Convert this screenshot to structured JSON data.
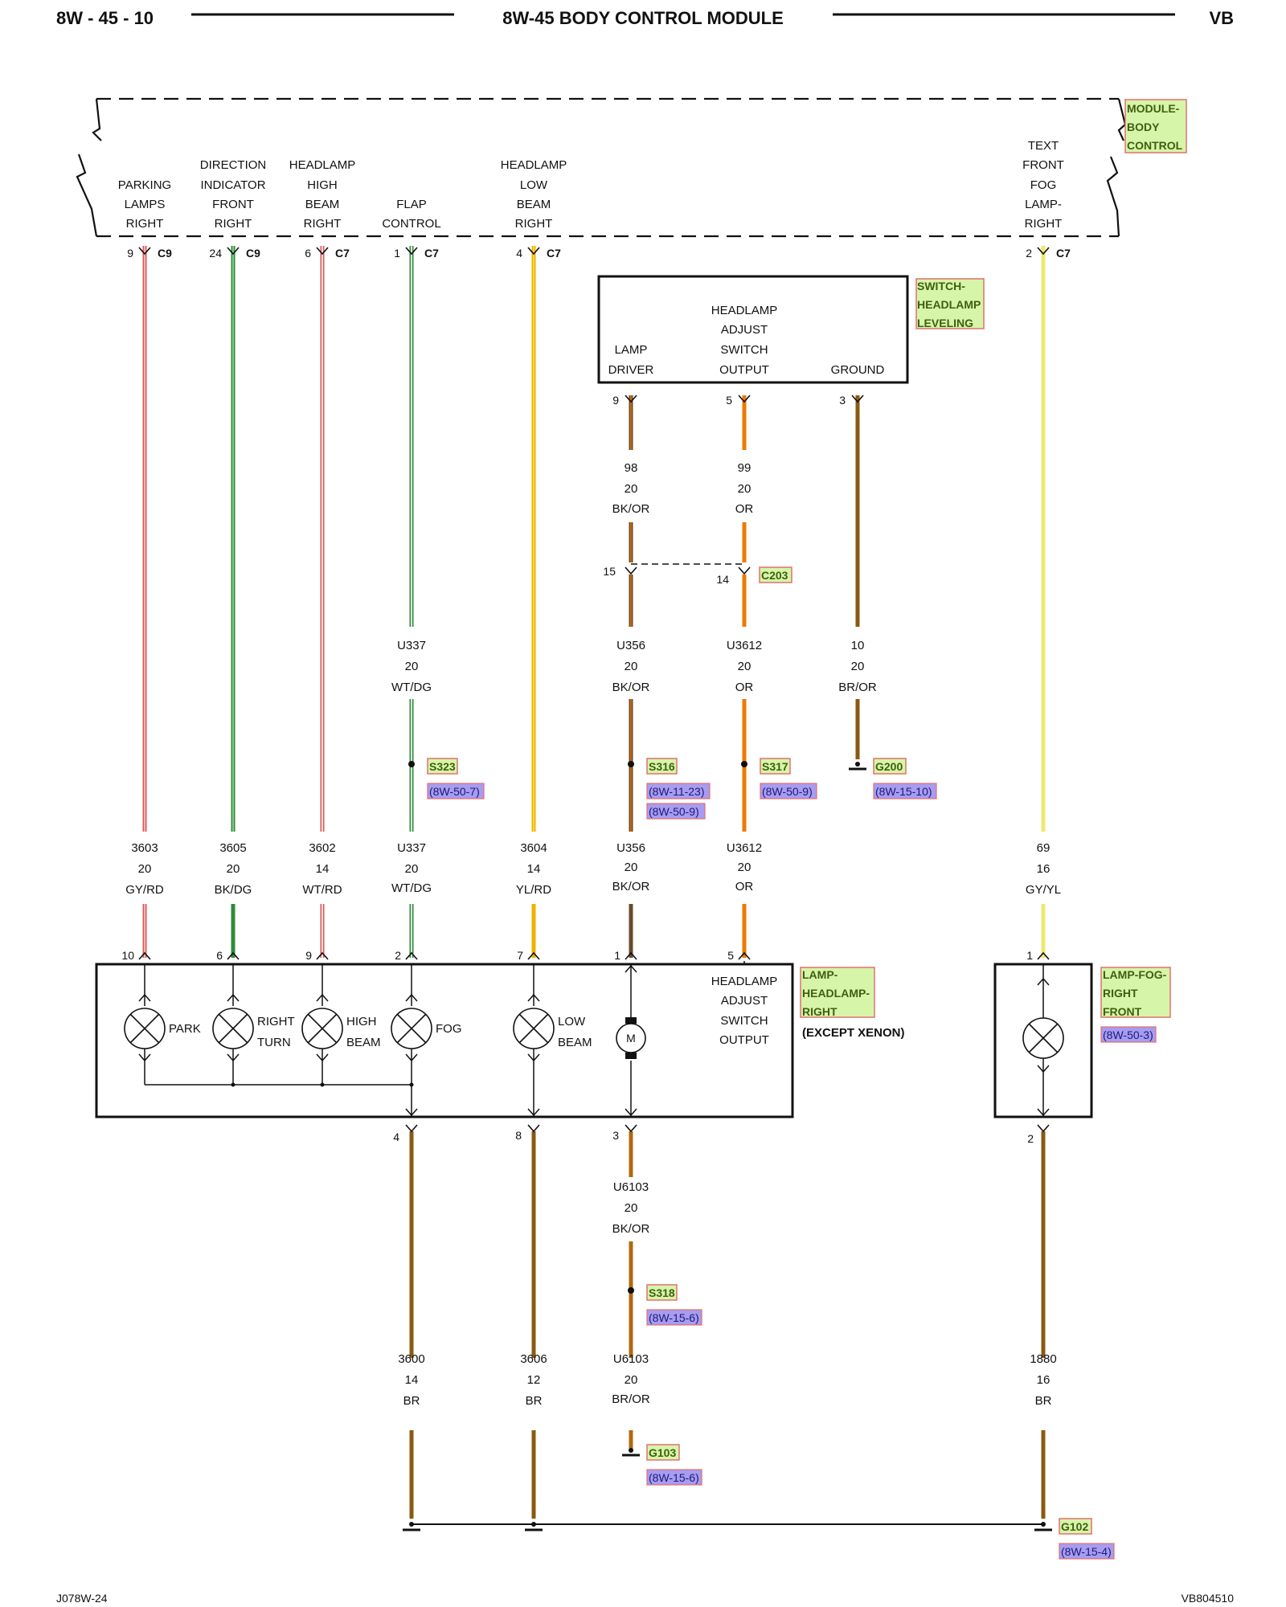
{
  "header": {
    "page_id": "8W - 45 - 10",
    "title": "8W-45 BODY CONTROL MODULE",
    "code": "VB"
  },
  "footer": {
    "left": "J078W-24",
    "right": "VB804510"
  },
  "module_tag": [
    "MODULE-",
    "BODY",
    "CONTROL"
  ],
  "bcm_outputs": [
    {
      "label": [
        "PARKING",
        "LAMPS",
        "RIGHT"
      ],
      "pin": "9",
      "connector": "C9"
    },
    {
      "label": [
        "DIRECTION",
        "INDICATOR",
        "FRONT",
        "RIGHT"
      ],
      "pin": "24",
      "connector": "C9"
    },
    {
      "label": [
        "HEADLAMP",
        "HIGH",
        "BEAM",
        "RIGHT"
      ],
      "pin": "6",
      "connector": "C7"
    },
    {
      "label": [
        "FLAP",
        "CONTROL"
      ],
      "pin": "1",
      "connector": "C7"
    },
    {
      "label": [
        "HEADLAMP",
        "LOW",
        "BEAM",
        "RIGHT"
      ],
      "pin": "4",
      "connector": "C7"
    },
    {
      "label": [
        "TEXT",
        "FRONT",
        "FOG",
        "LAMP-",
        "RIGHT"
      ],
      "pin": "2",
      "connector": "C7"
    }
  ],
  "switch": {
    "tag": [
      "SWITCH-",
      "HEADLAMP",
      "LEVELING"
    ],
    "title": [
      "HEADLAMP",
      "ADJUST",
      "SWITCH",
      "OUTPUT"
    ],
    "lamp_driver": [
      "LAMP",
      "DRIVER"
    ],
    "ground": "GROUND",
    "pins": [
      "9",
      "5",
      "3"
    ]
  },
  "connector_c203": {
    "name": "C203",
    "pins": [
      "15",
      "14"
    ]
  },
  "wires": {
    "w98": [
      "98",
      "20",
      "BK/OR"
    ],
    "w99": [
      "99",
      "20",
      "OR"
    ],
    "u337a": [
      "U337",
      "20",
      "WT/DG"
    ],
    "u356a": [
      "U356",
      "20",
      "BK/OR"
    ],
    "u3612a": [
      "U3612",
      "20",
      "OR"
    ],
    "w10": [
      "10",
      "20",
      "BR/OR"
    ],
    "w3603": [
      "3603",
      "20",
      "GY/RD"
    ],
    "w3605": [
      "3605",
      "20",
      "BK/DG"
    ],
    "w3602": [
      "3602",
      "14",
      "WT/RD"
    ],
    "u337b": [
      "U337",
      "20",
      "WT/DG"
    ],
    "w3604": [
      "3604",
      "14",
      "YL/RD"
    ],
    "u356b": [
      "U356",
      "20",
      "BK/OR"
    ],
    "u3612b": [
      "U3612",
      "20",
      "OR"
    ],
    "w69": [
      "69",
      "16",
      "GY/YL"
    ],
    "u6103a": [
      "U6103",
      "20",
      "BK/OR"
    ],
    "w3600": [
      "3600",
      "14",
      "BR"
    ],
    "w3606": [
      "3606",
      "12",
      "BR"
    ],
    "u6103b": [
      "U6103",
      "20",
      "BR/OR"
    ],
    "w1880": [
      "1880",
      "16",
      "BR"
    ]
  },
  "splices": [
    {
      "name": "S323",
      "refs": [
        "(8W-50-7)"
      ]
    },
    {
      "name": "S316",
      "refs": [
        "(8W-11-23)",
        "(8W-50-9)"
      ]
    },
    {
      "name": "S317",
      "refs": [
        "(8W-50-9)"
      ]
    },
    {
      "name": "G200",
      "refs": [
        "(8W-15-10)"
      ]
    },
    {
      "name": "S318",
      "refs": [
        "(8W-15-6)"
      ]
    },
    {
      "name": "G103",
      "refs": [
        "(8W-15-6)"
      ]
    },
    {
      "name": "G102",
      "refs": [
        "(8W-15-4)"
      ]
    }
  ],
  "headlamp": {
    "tag": [
      "LAMP-",
      "HEADLAMP-",
      "RIGHT"
    ],
    "variant": "(EXCEPT XENON)",
    "in_pins": [
      "10",
      "6",
      "9",
      "2",
      "7",
      "1",
      "5"
    ],
    "out_pins": [
      "4",
      "8",
      "3"
    ],
    "lamps": [
      [
        "PARK"
      ],
      [
        "RIGHT",
        "TURN"
      ],
      [
        "HIGH",
        "BEAM"
      ],
      [
        "FOG"
      ],
      [
        "LOW",
        "BEAM"
      ]
    ],
    "motor": "M",
    "adjust": [
      "HEADLAMP",
      "ADJUST",
      "SWITCH",
      "OUTPUT"
    ]
  },
  "fog_lamp": {
    "tag": [
      "LAMP-FOG-",
      "RIGHT",
      "FRONT"
    ],
    "ref": "(8W-50-3)",
    "pins": [
      "1",
      "2"
    ]
  },
  "colors": {
    "red": "#d85a5a",
    "pink": "#f2b0b0",
    "green": "#2f8a3a",
    "lightgreen": "#9fd49f",
    "yellow": "#f0d000",
    "orange": "#f07800",
    "brown": "#8a5a10",
    "tan": "#c49a3a",
    "dark": "#2e2e2e",
    "paleyellow": "#eee870"
  }
}
